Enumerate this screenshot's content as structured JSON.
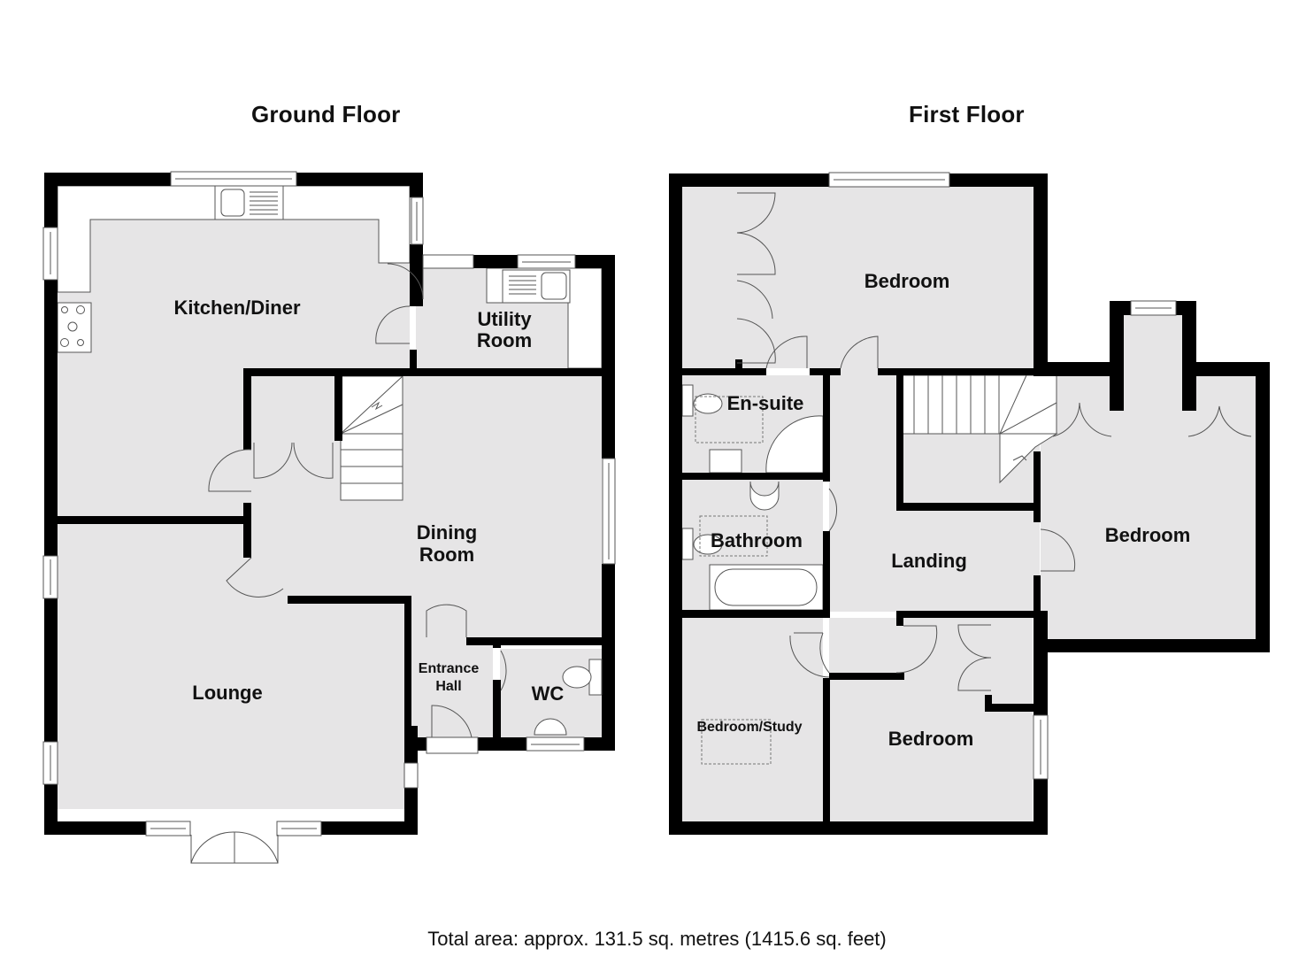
{
  "floors": {
    "ground": {
      "title": "Ground Floor",
      "rooms": {
        "kitchen": "Kitchen/Diner",
        "utility_1": "Utility",
        "utility_2": "Room",
        "dining_1": "Dining",
        "dining_2": "Room",
        "lounge": "Lounge",
        "entrance_1": "Entrance",
        "entrance_2": "Hall",
        "wc": "WC"
      }
    },
    "first": {
      "title": "First Floor",
      "rooms": {
        "bedroom_1": "Bedroom",
        "ensuite": "En-suite",
        "bathroom": "Bathroom",
        "landing": "Landing",
        "bedroom_2": "Bedroom",
        "bedroom_study": "Bedroom/Study",
        "bedroom_3": "Bedroom"
      }
    }
  },
  "footer": {
    "total_area": "Total area: approx. 131.5 sq. metres (1415.6 sq. feet)"
  },
  "colors": {
    "floor_fill": "#e6e5e6",
    "wall": "#000000",
    "fixture": "#ffffff"
  }
}
